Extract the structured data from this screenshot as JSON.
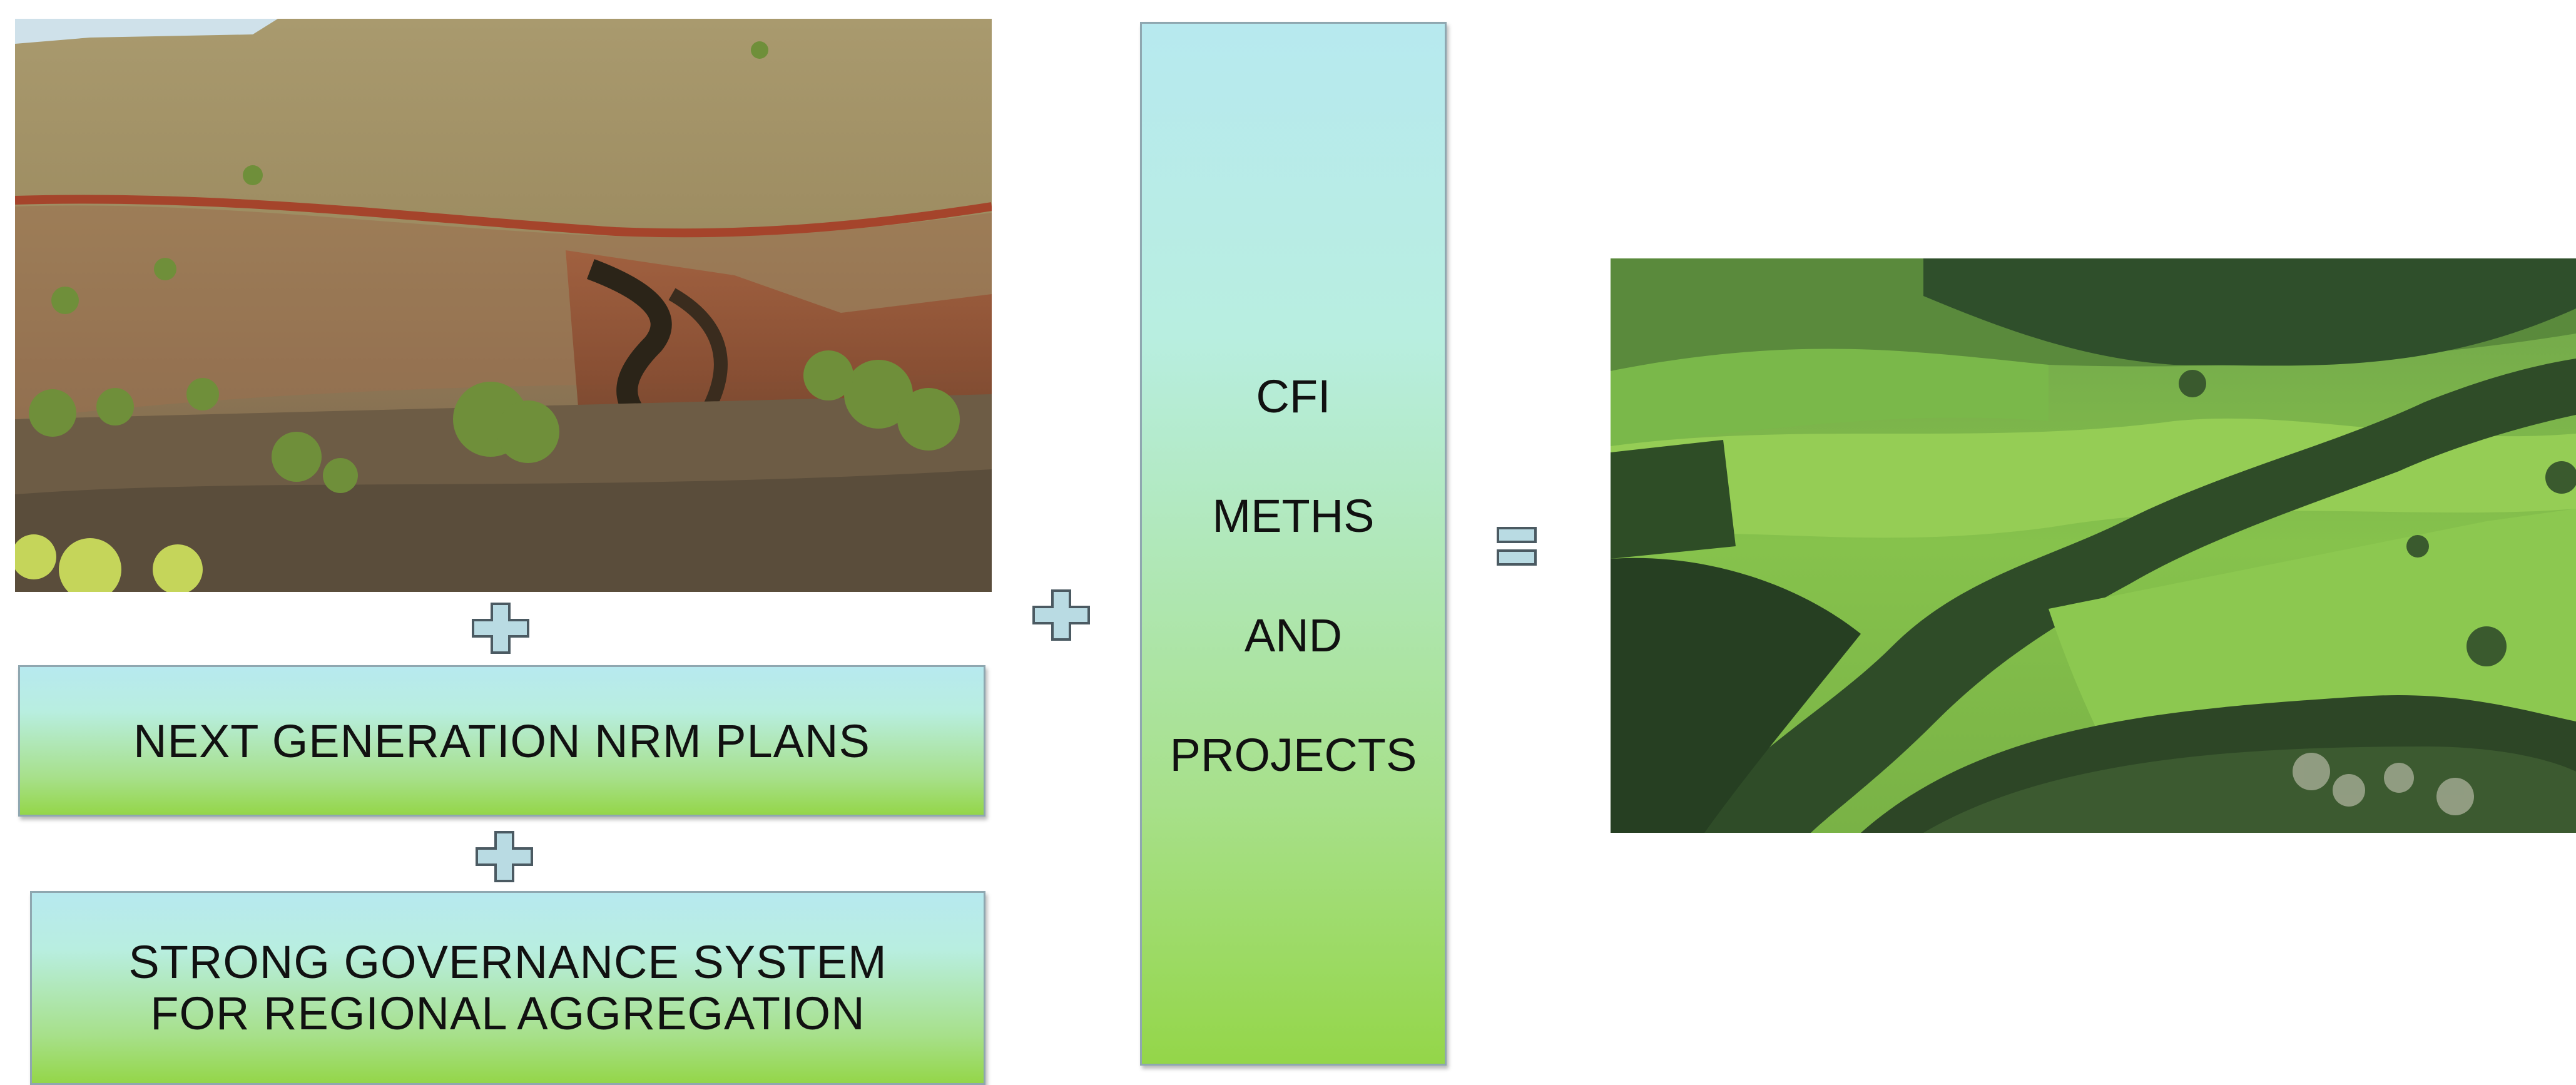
{
  "boxes": {
    "plans": {
      "lines": [
        "NEXT GENERATION NRM PLANS"
      ]
    },
    "governance": {
      "lines": [
        "STRONG GOVERNANCE SYSTEM",
        "FOR REGIONAL AGGREGATION"
      ]
    },
    "cfi": {
      "lines": [
        "CFI",
        "METHS",
        "AND",
        "PROJECTS"
      ]
    }
  },
  "symbols": {
    "plus_color": "#b9dbe3",
    "equals_color": "#b9dbe3",
    "outline_color": "#4b5a62"
  },
  "photos": {
    "degraded": "eroded-hillside-photo",
    "restored": "green-valley-photo"
  },
  "colors": {
    "gradient_top": "#b7e9ef",
    "gradient_bottom": "#94d649",
    "border": "#8fa7b0"
  }
}
